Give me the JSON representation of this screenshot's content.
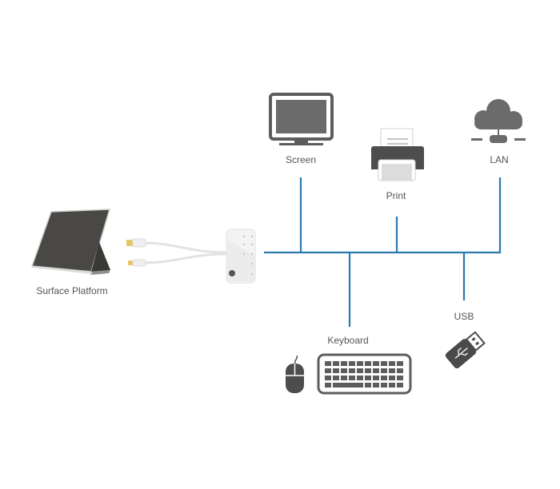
{
  "colors": {
    "connector": "#2a7ab0",
    "icon_dark": "#5d5d5d",
    "icon_mid": "#6b6b6b",
    "icon_light": "#d8d8d8",
    "label_text": "#555555"
  },
  "hub": {
    "name": "USB multi-port hub"
  },
  "nodes": {
    "surface": {
      "label": "Surface Platform",
      "icon": "tablet-icon"
    },
    "screen": {
      "label": "Screen",
      "icon": "monitor-icon"
    },
    "print": {
      "label": "Print",
      "icon": "printer-icon"
    },
    "lan": {
      "label": "LAN",
      "icon": "cloud-network-icon"
    },
    "keyboard": {
      "label": "Keyboard",
      "icon": "keyboard-icon"
    },
    "mouse": {
      "icon": "mouse-icon"
    },
    "usb": {
      "label": "USB",
      "icon": "usb-drive-icon"
    }
  }
}
